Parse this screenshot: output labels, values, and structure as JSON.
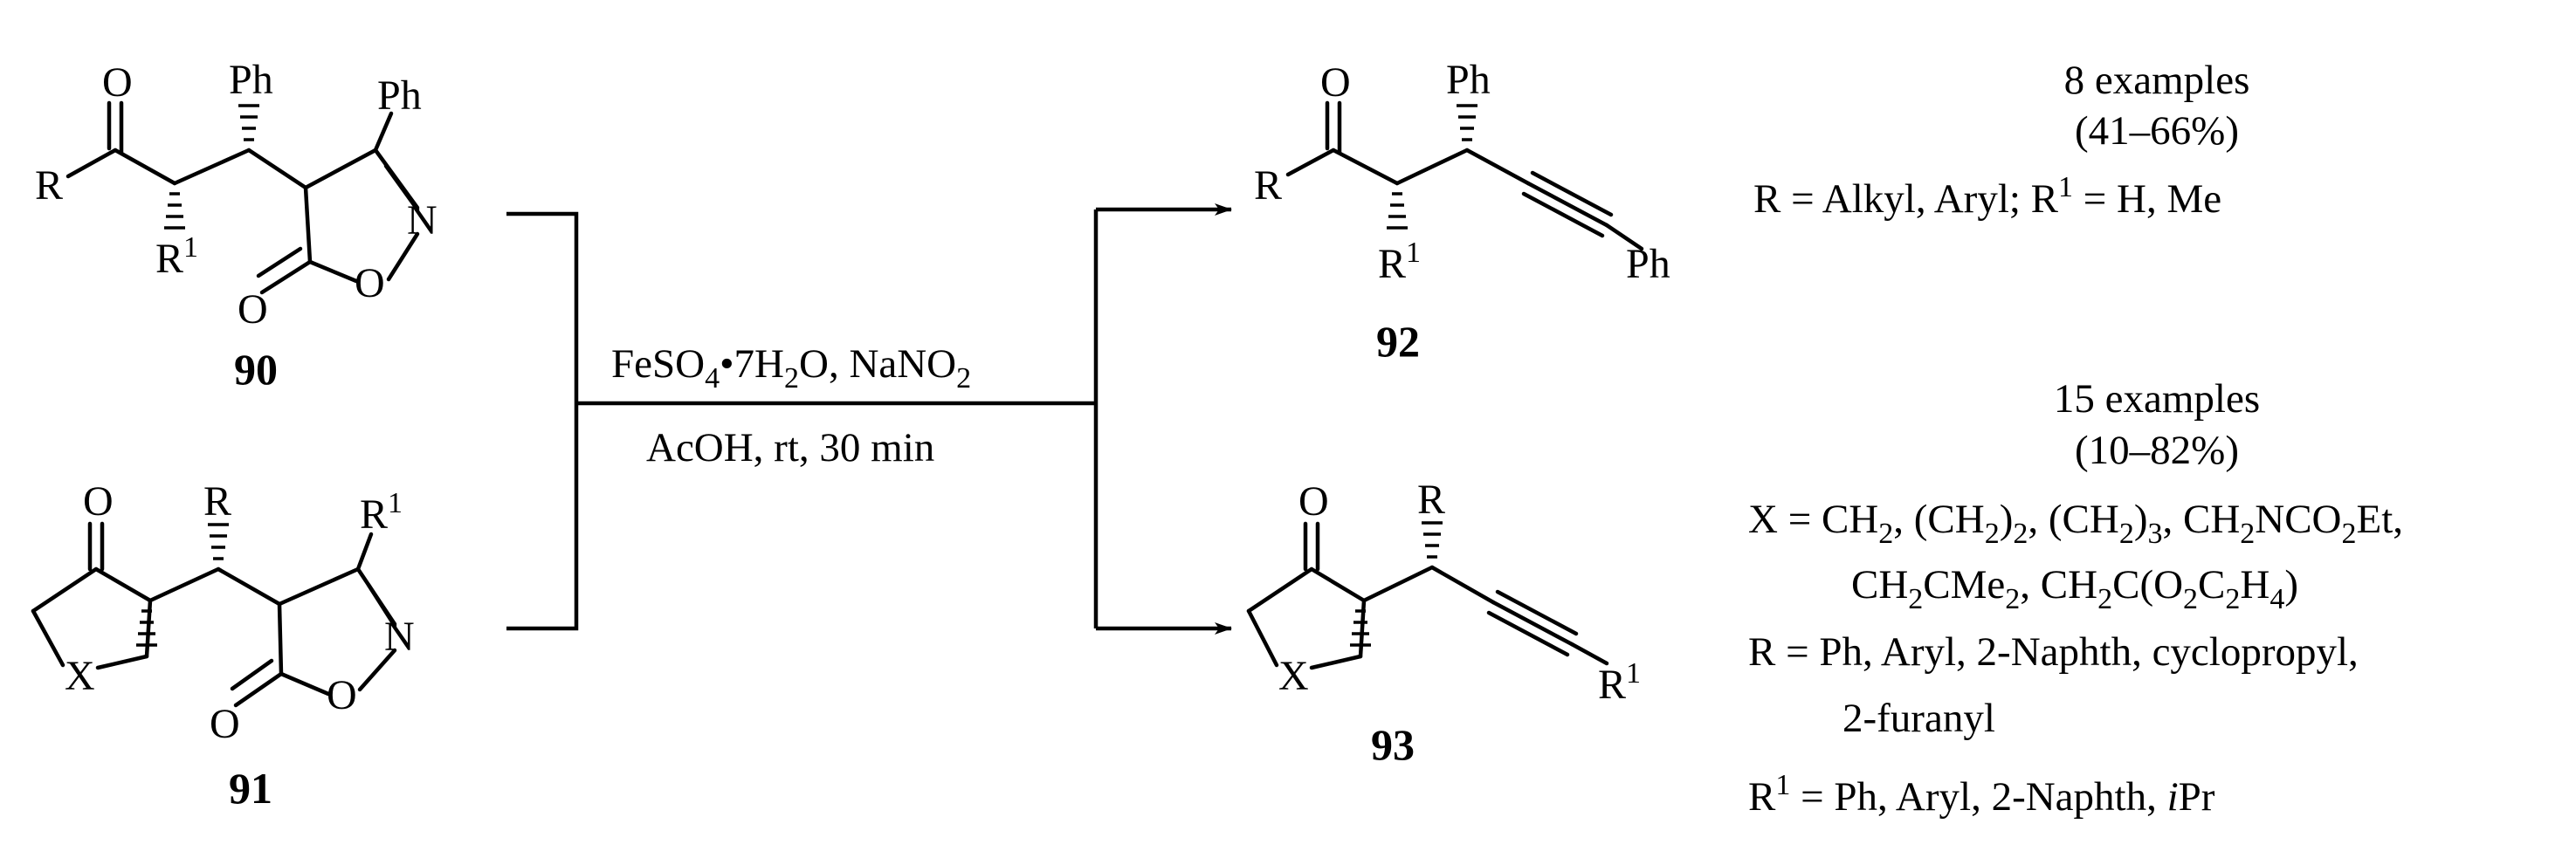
{
  "compounds": {
    "c90": {
      "number": "90",
      "atoms": {
        "o_ketone": "O",
        "r": "R",
        "ph_top": "Ph",
        "r1_base": "R",
        "r1_sup": "1",
        "ph_ring": "Ph",
        "n": "N",
        "o_ring": "O",
        "o_carbonyl": "O"
      }
    },
    "c91": {
      "number": "91",
      "atoms": {
        "o_ketone": "O",
        "x": "X",
        "r": "R",
        "r1_base": "R",
        "r1_sup": "1",
        "n": "N",
        "o_ring": "O",
        "o_carbonyl": "O"
      }
    },
    "c92": {
      "number": "92",
      "atoms": {
        "o_ketone": "O",
        "r": "R",
        "ph_top": "Ph",
        "r1_base": "R",
        "r1_sup": "1",
        "ph_end": "Ph"
      }
    },
    "c93": {
      "number": "93",
      "atoms": {
        "o_ketone": "O",
        "x": "X",
        "r": "R",
        "r1_base": "R",
        "r1_sup": "1"
      }
    }
  },
  "conditions": {
    "line1": {
      "a": "FeSO",
      "a_sub": "4",
      "b": "•7H",
      "b_sub": "2",
      "c": "O, NaNO",
      "c_sub": "2"
    },
    "line2": "AcOH, rt, 30 min"
  },
  "results_92": {
    "examples": "8 examples",
    "yield": "(41–66%)",
    "scope": {
      "a": "R = Alkyl, Aryl; R",
      "a_sup": "1",
      "b": " = H, Me"
    }
  },
  "results_93": {
    "examples": "15 examples",
    "yield": "(10–82%)",
    "x_line1": {
      "a": "X = CH",
      "a_sub": "2",
      "b": ", (CH",
      "b_sub": "2",
      "c": ")",
      "c_sub": "2",
      "d": ", (CH",
      "d_sub": "2",
      "e": ")",
      "e_sub": "3",
      "f": ", CH",
      "f_sub": "2",
      "g": "NCO",
      "g_sub": "2",
      "h": "Et,"
    },
    "x_line2": {
      "a": "CH",
      "a_sub": "2",
      "b": "CMe",
      "b_sub": "2",
      "c": ", CH",
      "c_sub": "2",
      "d": "C(O",
      "d_sub": "2",
      "e": "C",
      "e_sub": "2",
      "f": "H",
      "f_sub": "4",
      "g": ")"
    },
    "r_line1": "R = Ph, Aryl, 2-Naphth, cyclopropyl,",
    "r_line2": "2-furanyl",
    "r1_line": {
      "a": "R",
      "a_sup": "1",
      "b": " = Ph, Aryl, 2-Naphth, ",
      "c_italic": "i",
      "d": "Pr"
    }
  }
}
